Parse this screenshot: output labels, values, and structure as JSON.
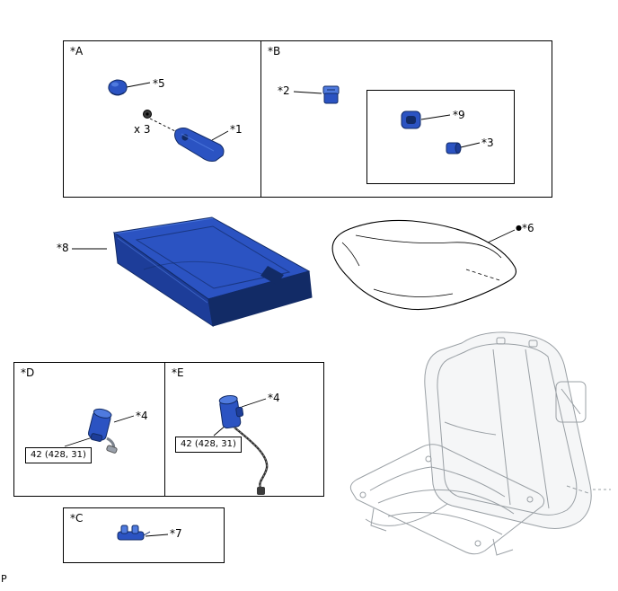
{
  "diagram": {
    "footer_mark": "P",
    "panels": {
      "a": "*A",
      "b": "*B",
      "c": "*C",
      "d": "*D",
      "e": "*E"
    },
    "callouts": {
      "part1": "*1",
      "part2": "*2",
      "part3": "*3",
      "part4_d": "*4",
      "part4_e": "*4",
      "part5": "*5",
      "part6_bullet": "●",
      "part6": "*6",
      "part7": "*7",
      "part8": "*8",
      "part9": "*9",
      "screw_qty": "x 3"
    },
    "refs": {
      "d": "42 (428, 31)",
      "e": "42 (428, 31)"
    },
    "colors": {
      "part_blue": "#2b53c2",
      "part_blue_light": "#4f7ade",
      "part_blue_mid": "#1d3d99",
      "part_blue_dark": "#122b66",
      "frame_gray": "#9aa0a5"
    }
  }
}
